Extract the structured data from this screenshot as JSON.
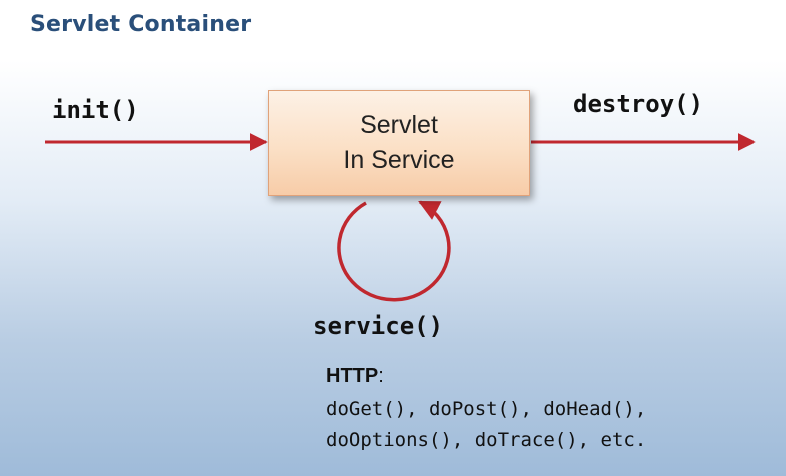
{
  "title": "Servlet Container",
  "lifecycle": {
    "init_label": "init()",
    "destroy_label": "destroy()",
    "box_line_1": "Servlet",
    "box_line_2": "In Service",
    "service_label": "service()"
  },
  "http": {
    "heading": "HTTP",
    "heading_suffix": ":",
    "line_1": "doGet(), doPost(), doHead(),",
    "line_2": "doOptions(), doTrace(), etc."
  },
  "colors": {
    "arrow": "#c0282f",
    "title": "#2a4f7a",
    "box_border": "#e0a27a",
    "box_fill": "#fbe0c6"
  }
}
